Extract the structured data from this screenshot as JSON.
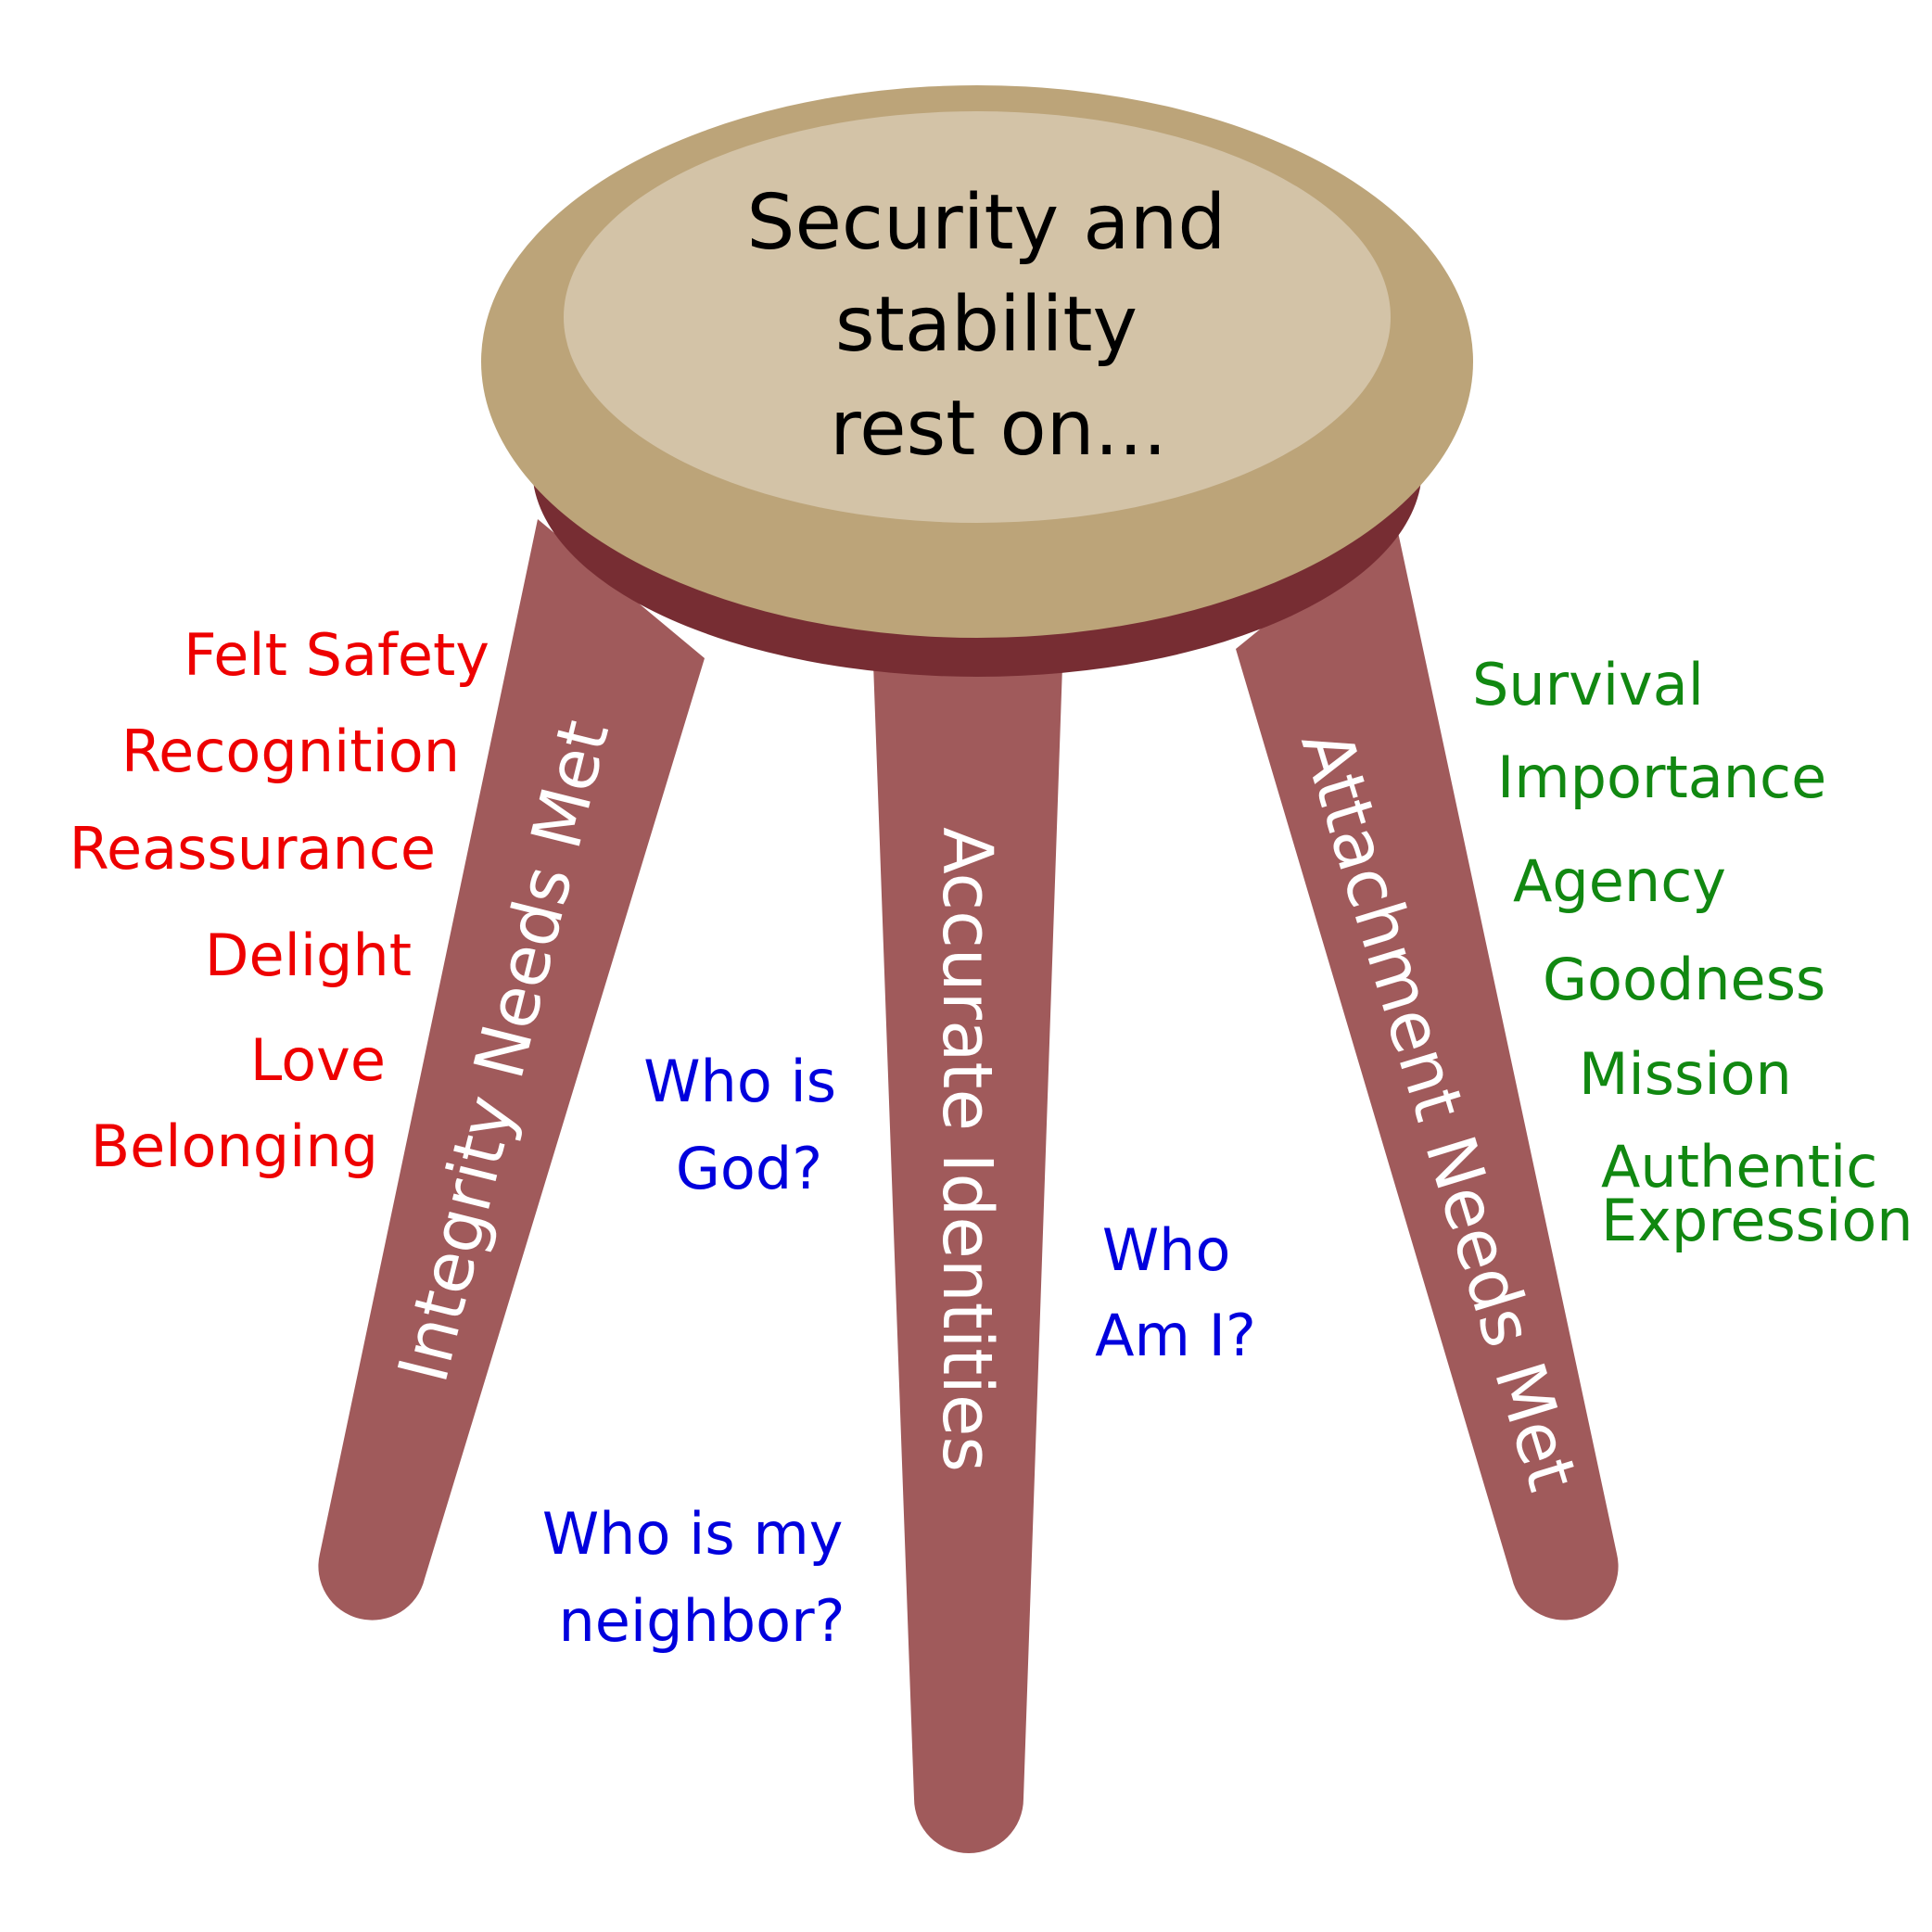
{
  "seat": {
    "lines": [
      "Security and",
      "stability",
      "rest on..."
    ]
  },
  "legs": {
    "left": "Integrity Needs Met",
    "center": "Accurate Identities",
    "right": "Attachment Needs Met"
  },
  "integrity_needs": [
    "Felt Safety",
    "Recognition",
    "Reassurance",
    "Delight",
    "Love",
    "Belonging"
  ],
  "attachment_needs": [
    "Survival",
    "Importance",
    "Agency",
    "Goodness",
    "Mission",
    "Authentic",
    "Expression"
  ],
  "identity_questions": {
    "god": [
      "Who is",
      "God?"
    ],
    "self": [
      "Who",
      "Am I?"
    ],
    "neighbor": [
      "Who is my",
      "neighbor?"
    ]
  },
  "colors": {
    "seat_outer": "#BCA479",
    "seat_inner": "#D3C3A7",
    "seat_rim": "#772D33",
    "legs": "#A05A5B",
    "integrity_text": "#ee0000",
    "attachment_text": "#118811",
    "question_text": "#0000dd"
  }
}
